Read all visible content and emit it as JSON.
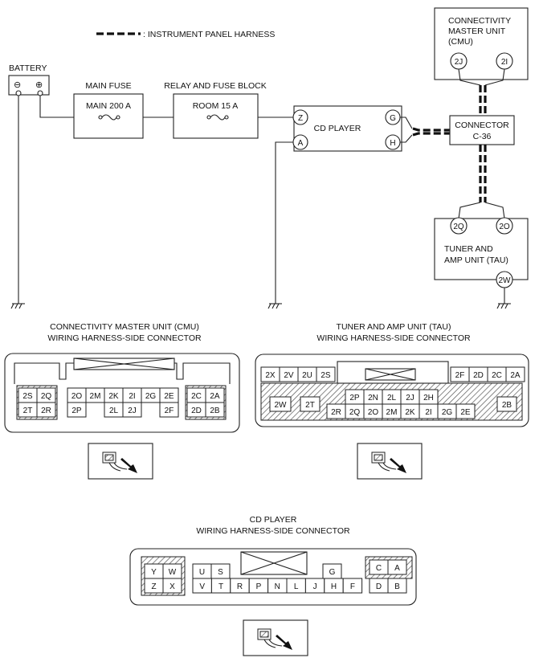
{
  "legend": {
    "text": ": INSTRUMENT PANEL HARNESS"
  },
  "circuit": {
    "battery": "BATTERY",
    "battery_minus": "⊖",
    "battery_plus": "⊕",
    "main_fuse_title": "MAIN FUSE",
    "main_fuse_label": "MAIN 200 A",
    "relay_title": "RELAY AND FUSE BLOCK",
    "relay_label": "ROOM 15 A",
    "cd_player": "CD PLAYER",
    "cd_pins": [
      "Z",
      "A",
      "G",
      "H"
    ],
    "cmu_lines": [
      "CONNECTIVITY",
      "MASTER UNIT",
      "(CMU)"
    ],
    "cmu_pins": [
      "2J",
      "2I"
    ],
    "connector_lines": [
      "CONNECTOR",
      "C-36"
    ],
    "tau_lines": [
      "TUNER AND",
      "AMP UNIT (TAU)"
    ],
    "tau_pins": [
      "2Q",
      "2O",
      "2W"
    ]
  },
  "cmu_connector": {
    "title": [
      "CONNECTIVITY MASTER UNIT (CMU)",
      "WIRING HARNESS-SIDE CONNECTOR"
    ],
    "left_top": [
      "2S",
      "2Q"
    ],
    "left_bottom": [
      "2T",
      "2R"
    ],
    "mid_top": [
      "2O",
      "2M",
      "2K",
      "2I",
      "2G",
      "2E"
    ],
    "mid_bottom_a": [
      "2P"
    ],
    "mid_bottom_b": [
      "2L",
      "2J"
    ],
    "mid_bottom_c": [
      "2F"
    ],
    "right_top": [
      "2C",
      "2A"
    ],
    "right_bottom": [
      "2D",
      "2B"
    ]
  },
  "tau_connector": {
    "title": [
      "TUNER AND AMP UNIT (TAU)",
      "WIRING HARNESS-SIDE CONNECTOR"
    ],
    "top_left": [
      "2X",
      "2V",
      "2U",
      "2S"
    ],
    "top_right": [
      "2F",
      "2D",
      "2C",
      "2A"
    ],
    "w": "2W",
    "t": "2T",
    "b": "2B",
    "mid_top": [
      "2P",
      "2N",
      "2L",
      "2J",
      "2H"
    ],
    "mid_bottom": [
      "2R",
      "2Q",
      "2O",
      "2M",
      "2K",
      "2I",
      "2G",
      "2E"
    ]
  },
  "cd_connector": {
    "title": [
      "CD PLAYER",
      "WIRING HARNESS-SIDE CONNECTOR"
    ],
    "left_top": [
      "Y",
      "W"
    ],
    "left_bottom": [
      "Z",
      "X"
    ],
    "us": [
      "U",
      "S"
    ],
    "g": "G",
    "bottom": [
      "V",
      "T",
      "R",
      "P",
      "N",
      "L",
      "J",
      "H",
      "F"
    ],
    "ca": [
      "C",
      "A"
    ],
    "db": [
      "D",
      "B"
    ]
  }
}
